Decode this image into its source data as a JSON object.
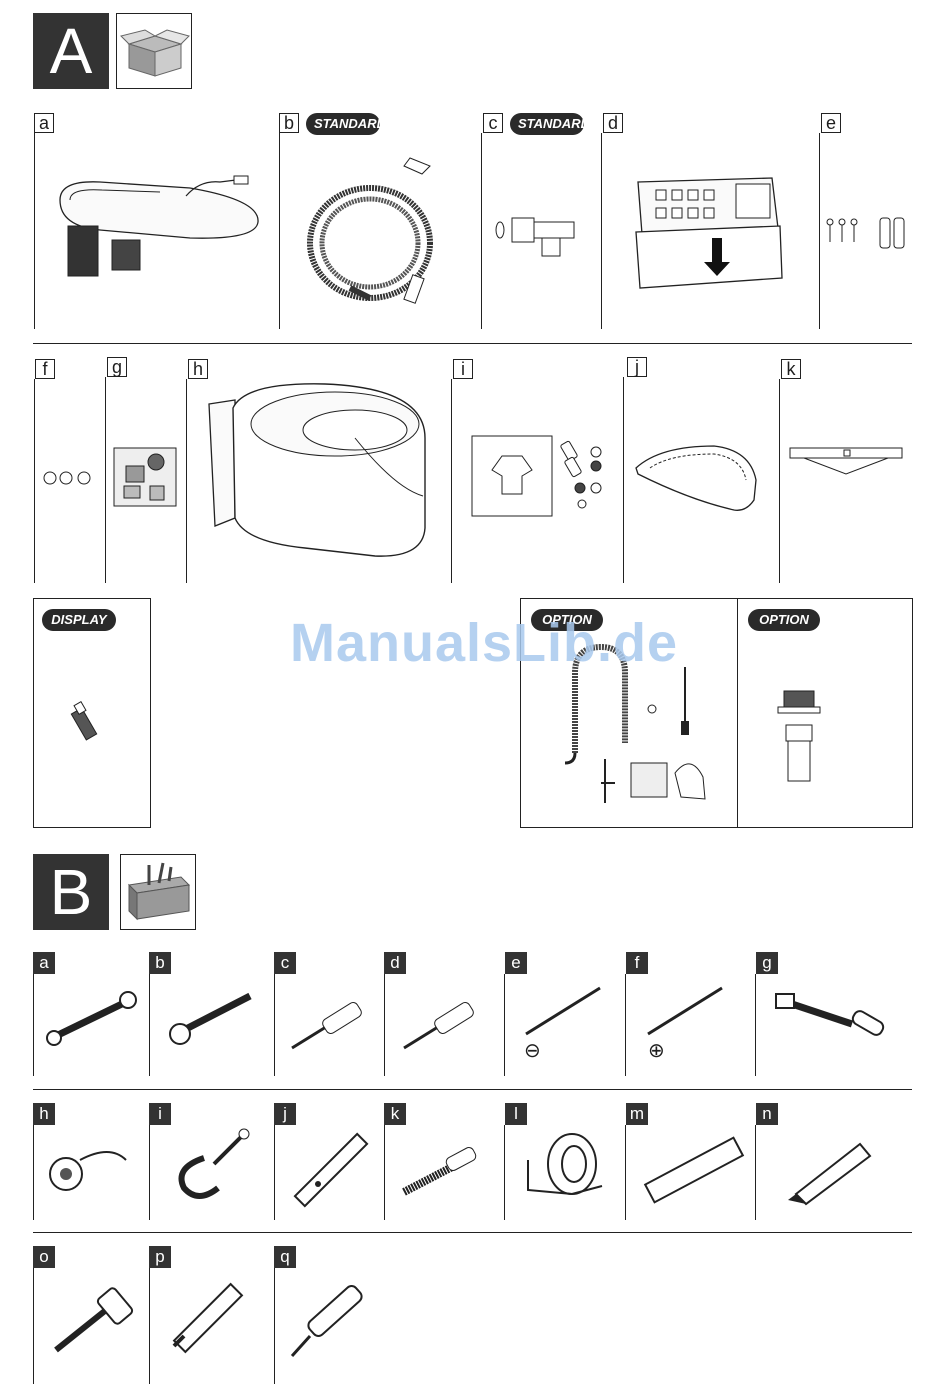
{
  "section_a": {
    "letter": "A",
    "items": [
      {
        "label": "a"
      },
      {
        "label": "b",
        "badge": "STANDARD"
      },
      {
        "label": "c",
        "badge": "STANDARD"
      },
      {
        "label": "d"
      },
      {
        "label": "e"
      },
      {
        "label": "f"
      },
      {
        "label": "g"
      },
      {
        "label": "h"
      },
      {
        "label": "i"
      },
      {
        "label": "j"
      },
      {
        "label": "k"
      }
    ],
    "display_badge": "DISPLAY",
    "option_badge_1": "OPTION",
    "option_badge_2": "OPTION"
  },
  "watermark": "ManualsLib.de",
  "section_b": {
    "letter": "B",
    "tools": [
      "a",
      "b",
      "c",
      "d",
      "e",
      "f",
      "g",
      "h",
      "i",
      "j",
      "k",
      "l",
      "m",
      "n",
      "o",
      "p",
      "q"
    ],
    "minus_sign": "⊖",
    "plus_sign": "⊕"
  }
}
